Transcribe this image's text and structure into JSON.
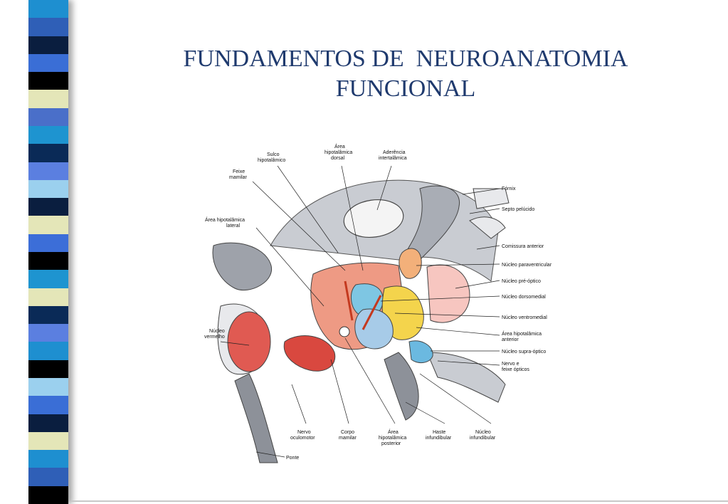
{
  "slide": {
    "title_line1": "FUNDAMENTOS DE  NEUROANATOMIA",
    "title_line2": "FUNCIONAL"
  },
  "decor": {
    "stripe_colors": [
      "#1e8fd0",
      "#2f5fb7",
      "#0a1e3f",
      "#3a6ed6",
      "#000000",
      "#e4e6b8",
      "#4a6fc9",
      "#1e94d0",
      "#0a2a57",
      "#5b7fe0",
      "#9bd0ee",
      "#0a1e3f",
      "#e4e6b8",
      "#3c6ed8",
      "#000000",
      "#1e94d0",
      "#e4e6b8",
      "#0a2a57",
      "#5b7fe0",
      "#1e8fd0",
      "#000000",
      "#9bd0ee",
      "#3a6ed6",
      "#0a1e3f",
      "#e4e6b8",
      "#1e8fd0",
      "#2f5fb7",
      "#000000"
    ]
  },
  "figure": {
    "labels": {
      "sulco": [
        "Sulco",
        "hipotalâmico"
      ],
      "area_dorsal": [
        "Área",
        "hipotalâmica",
        "dorsal"
      ],
      "aderencia": [
        "Aderência",
        "intertalâmica"
      ],
      "feixe": [
        "Feixe",
        "mamilar"
      ],
      "area_lateral": [
        "Área hipotalâmica",
        "lateral"
      ],
      "nucleo_vermelho": [
        "Núcleo",
        "vermelho"
      ],
      "fornix": "Fórnix",
      "septo": "Septo pelúcido",
      "comissura": "Comissura anterior",
      "paraventricular": "Núcleo paraventricular",
      "pre_optico": "Núcleo pré-óptico",
      "dorsomedial": "Núcleo dorsomedial",
      "ventromedial": "Núcleo ventromedial",
      "area_anterior": [
        "Área hipotalâmica",
        "anterior"
      ],
      "supra_optico": "Núcleo supra-óptico",
      "nervo_optico": [
        "Nervo e",
        "feixe ópticos"
      ],
      "oculomotor": [
        "Nervo",
        "oculomotor"
      ],
      "corpo_mamilar": [
        "Corpo",
        "mamilar"
      ],
      "area_posterior": [
        "Área",
        "hipotalâmica",
        "posterior"
      ],
      "haste": [
        "Haste",
        "infundibular"
      ],
      "nucleo_infundibular": [
        "Núcleo",
        "infundibular"
      ],
      "ponte": "Ponte"
    }
  }
}
